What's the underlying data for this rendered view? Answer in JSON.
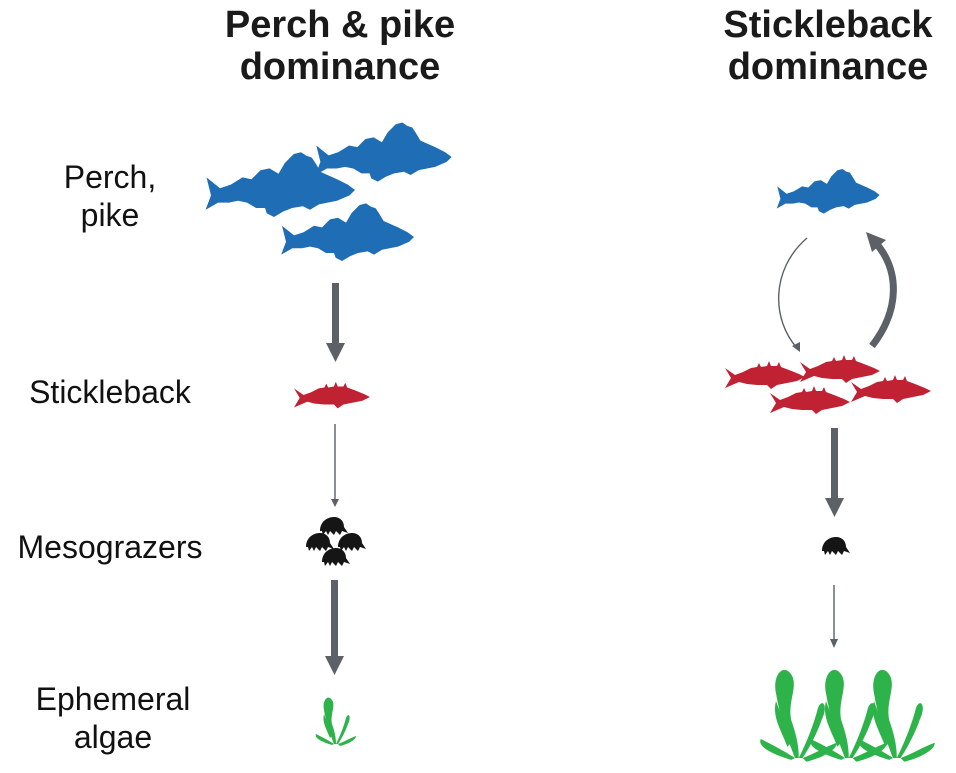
{
  "columns": [
    {
      "title_line1": "Perch & pike",
      "title_line2": "dominance"
    },
    {
      "title_line1": "Stickleback",
      "title_line2": "dominance"
    }
  ],
  "levels": [
    {
      "label_line1": "Perch,",
      "label_line2": "pike"
    },
    {
      "label_line1": "Stickleback",
      "label_line2": ""
    },
    {
      "label_line1": "Mesograzers",
      "label_line2": ""
    },
    {
      "label_line1": "Ephemeral",
      "label_line2": "algae"
    }
  ],
  "colors": {
    "predator_fish": "#1f6db5",
    "stickleback": "#c02233",
    "mesograzer": "#151515",
    "algae": "#2db34a",
    "arrow": "#5b6167"
  },
  "icons": {
    "perch_pike": "perch-icon",
    "stickleback": "stickleback-icon",
    "mesograzer": "isopod-icon",
    "algae": "algae-icon"
  },
  "left_panel": {
    "perch_count": 3,
    "stickleback_count": 1,
    "mesograzer_count": 4,
    "algae_count": 1,
    "interactions": [
      {
        "from": "Perch, pike",
        "to": "Stickleback",
        "strength": "strong"
      },
      {
        "from": "Stickleback",
        "to": "Mesograzers",
        "strength": "weak"
      },
      {
        "from": "Mesograzers",
        "to": "Ephemeral algae",
        "strength": "strong"
      }
    ]
  },
  "right_panel": {
    "perch_count": 1,
    "stickleback_count": 4,
    "mesograzer_count": 1,
    "algae_count": 3,
    "interactions": [
      {
        "from": "Perch, pike",
        "to": "Stickleback",
        "strength": "weak"
      },
      {
        "from": "Stickleback",
        "to": "Perch, pike",
        "strength": "strong"
      },
      {
        "from": "Stickleback",
        "to": "Mesograzers",
        "strength": "strong"
      },
      {
        "from": "Mesograzers",
        "to": "Ephemeral algae",
        "strength": "weak"
      }
    ]
  }
}
